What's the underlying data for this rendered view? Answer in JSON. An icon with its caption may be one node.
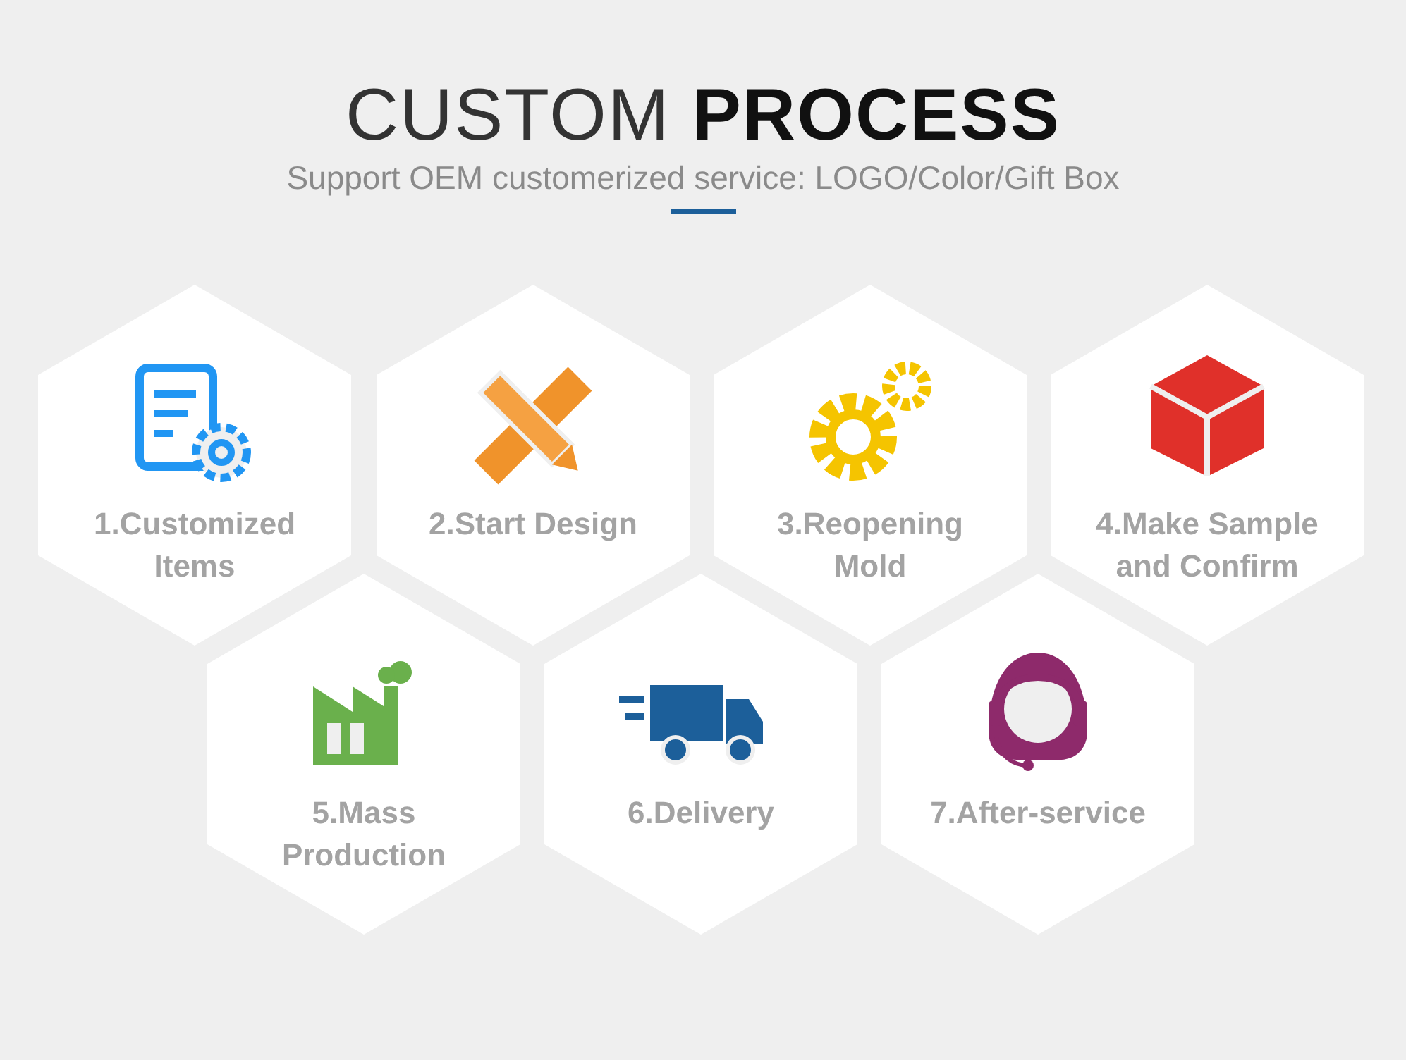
{
  "diagram": {
    "title": "CUSTOM **PROCESS**",
    "caption": "Support OEM customerized service: LOGO/Color/Gift Box",
    "nodes": [
      {
        "text": [
          "1.Customized Items"
        ]
      },
      {
        "text": [
          "2.Start Design"
        ]
      },
      {
        "text": [
          "3.Reopening Mold"
        ]
      },
      {
        "text": [
          "4.Make Sample and Confirm"
        ]
      },
      {
        "text": [
          "5.Mass Production"
        ]
      },
      {
        "text": [
          "6.Delivery"
        ]
      },
      {
        "text": [
          "7.After-service"
        ]
      }
    ],
    "edges": []
  }
}
